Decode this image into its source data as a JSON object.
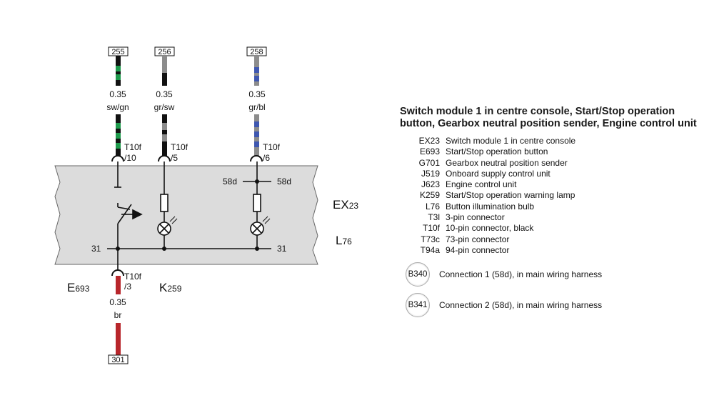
{
  "wires": [
    {
      "id": "255",
      "gauge": "0.35",
      "color_code": "sw/gn",
      "color1": "#111111",
      "color2": "#1e9a4c",
      "pin": "T10f",
      "pin_no": "/10"
    },
    {
      "id": "256",
      "gauge": "0.35",
      "color_code": "gr/sw",
      "color1": "#111111",
      "color2": "#8c8c8c",
      "pin": "T10f",
      "pin_no": "/5"
    },
    {
      "id": "258",
      "gauge": "0.35",
      "color_code": "gr/bl",
      "color1": "#8c8c8c",
      "color2": "#3f57b0",
      "pin": "T10f",
      "pin_no": "/6"
    }
  ],
  "bottom_wire": {
    "id": "301",
    "gauge": "0.35",
    "color_code": "br",
    "color": "#b8262b",
    "pin": "T10f",
    "pin_no": "/3"
  },
  "labels": {
    "sig_58d_left": "58d",
    "sig_58d_right": "58d",
    "ground_left": "31",
    "ground_right": "31",
    "module": "EX",
    "module_sub": "23",
    "bulb": "L",
    "bulb_sub": "76",
    "button": "E",
    "button_sub": "693",
    "lamp": "K",
    "lamp_sub": "259"
  },
  "legend": {
    "title": "Switch module 1 in centre console, Start/Stop operation button, Gearbox neutral position sender, Engine control unit",
    "items": [
      {
        "code": "EX23",
        "desc": "Switch module 1 in centre console"
      },
      {
        "code": "E693",
        "desc": "Start/Stop operation button"
      },
      {
        "code": "G701",
        "desc": "Gearbox neutral position sender"
      },
      {
        "code": "J519",
        "desc": "Onboard supply control unit"
      },
      {
        "code": "J623",
        "desc": "Engine control unit"
      },
      {
        "code": "K259",
        "desc": "Start/Stop operation warning lamp"
      },
      {
        "code": "L76",
        "desc": "Button illumination bulb"
      },
      {
        "code": "T3l",
        "desc": "3-pin connector"
      },
      {
        "code": "T10f",
        "desc": "10-pin connector, black"
      },
      {
        "code": "T73c",
        "desc": "73-pin connector"
      },
      {
        "code": "T94a",
        "desc": "94-pin connector"
      }
    ],
    "connections": [
      {
        "code": "B340",
        "desc": "Connection 1 (58d), in main wiring harness"
      },
      {
        "code": "B341",
        "desc": "Connection 2 (58d), in main wiring harness"
      }
    ]
  },
  "colors": {
    "box_fill": "#dcdcdc",
    "line": "#111111"
  }
}
